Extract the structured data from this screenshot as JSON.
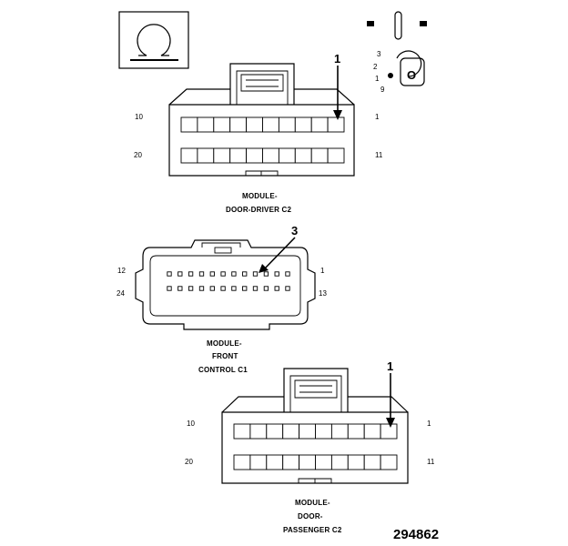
{
  "connectors": [
    {
      "label_lines": [
        "MODULE-",
        "DOOR-DRIVER C2"
      ],
      "pins": {
        "top_left": "10",
        "top_right": "1",
        "bottom_left": "20",
        "bottom_right": "11"
      },
      "callout": "1",
      "columns": 10
    },
    {
      "label_lines": [
        "MODULE-",
        "FRONT",
        "CONTROL C1"
      ],
      "pins": {
        "top_left": "12",
        "top_right": "1",
        "bottom_left": "24",
        "bottom_right": "13"
      },
      "callout": "3",
      "columns": 12
    },
    {
      "label_lines": [
        "MODULE-",
        "DOOR-",
        "PASSENGER C2"
      ],
      "pins": {
        "top_left": "10",
        "top_right": "1",
        "bottom_left": "20",
        "bottom_right": "11"
      },
      "callout": "1",
      "columns": 10
    }
  ],
  "key_legend": {
    "numbers": [
      "3",
      "2",
      "1",
      "9"
    ],
    "key_letter": "O"
  },
  "figure_number": "294862"
}
